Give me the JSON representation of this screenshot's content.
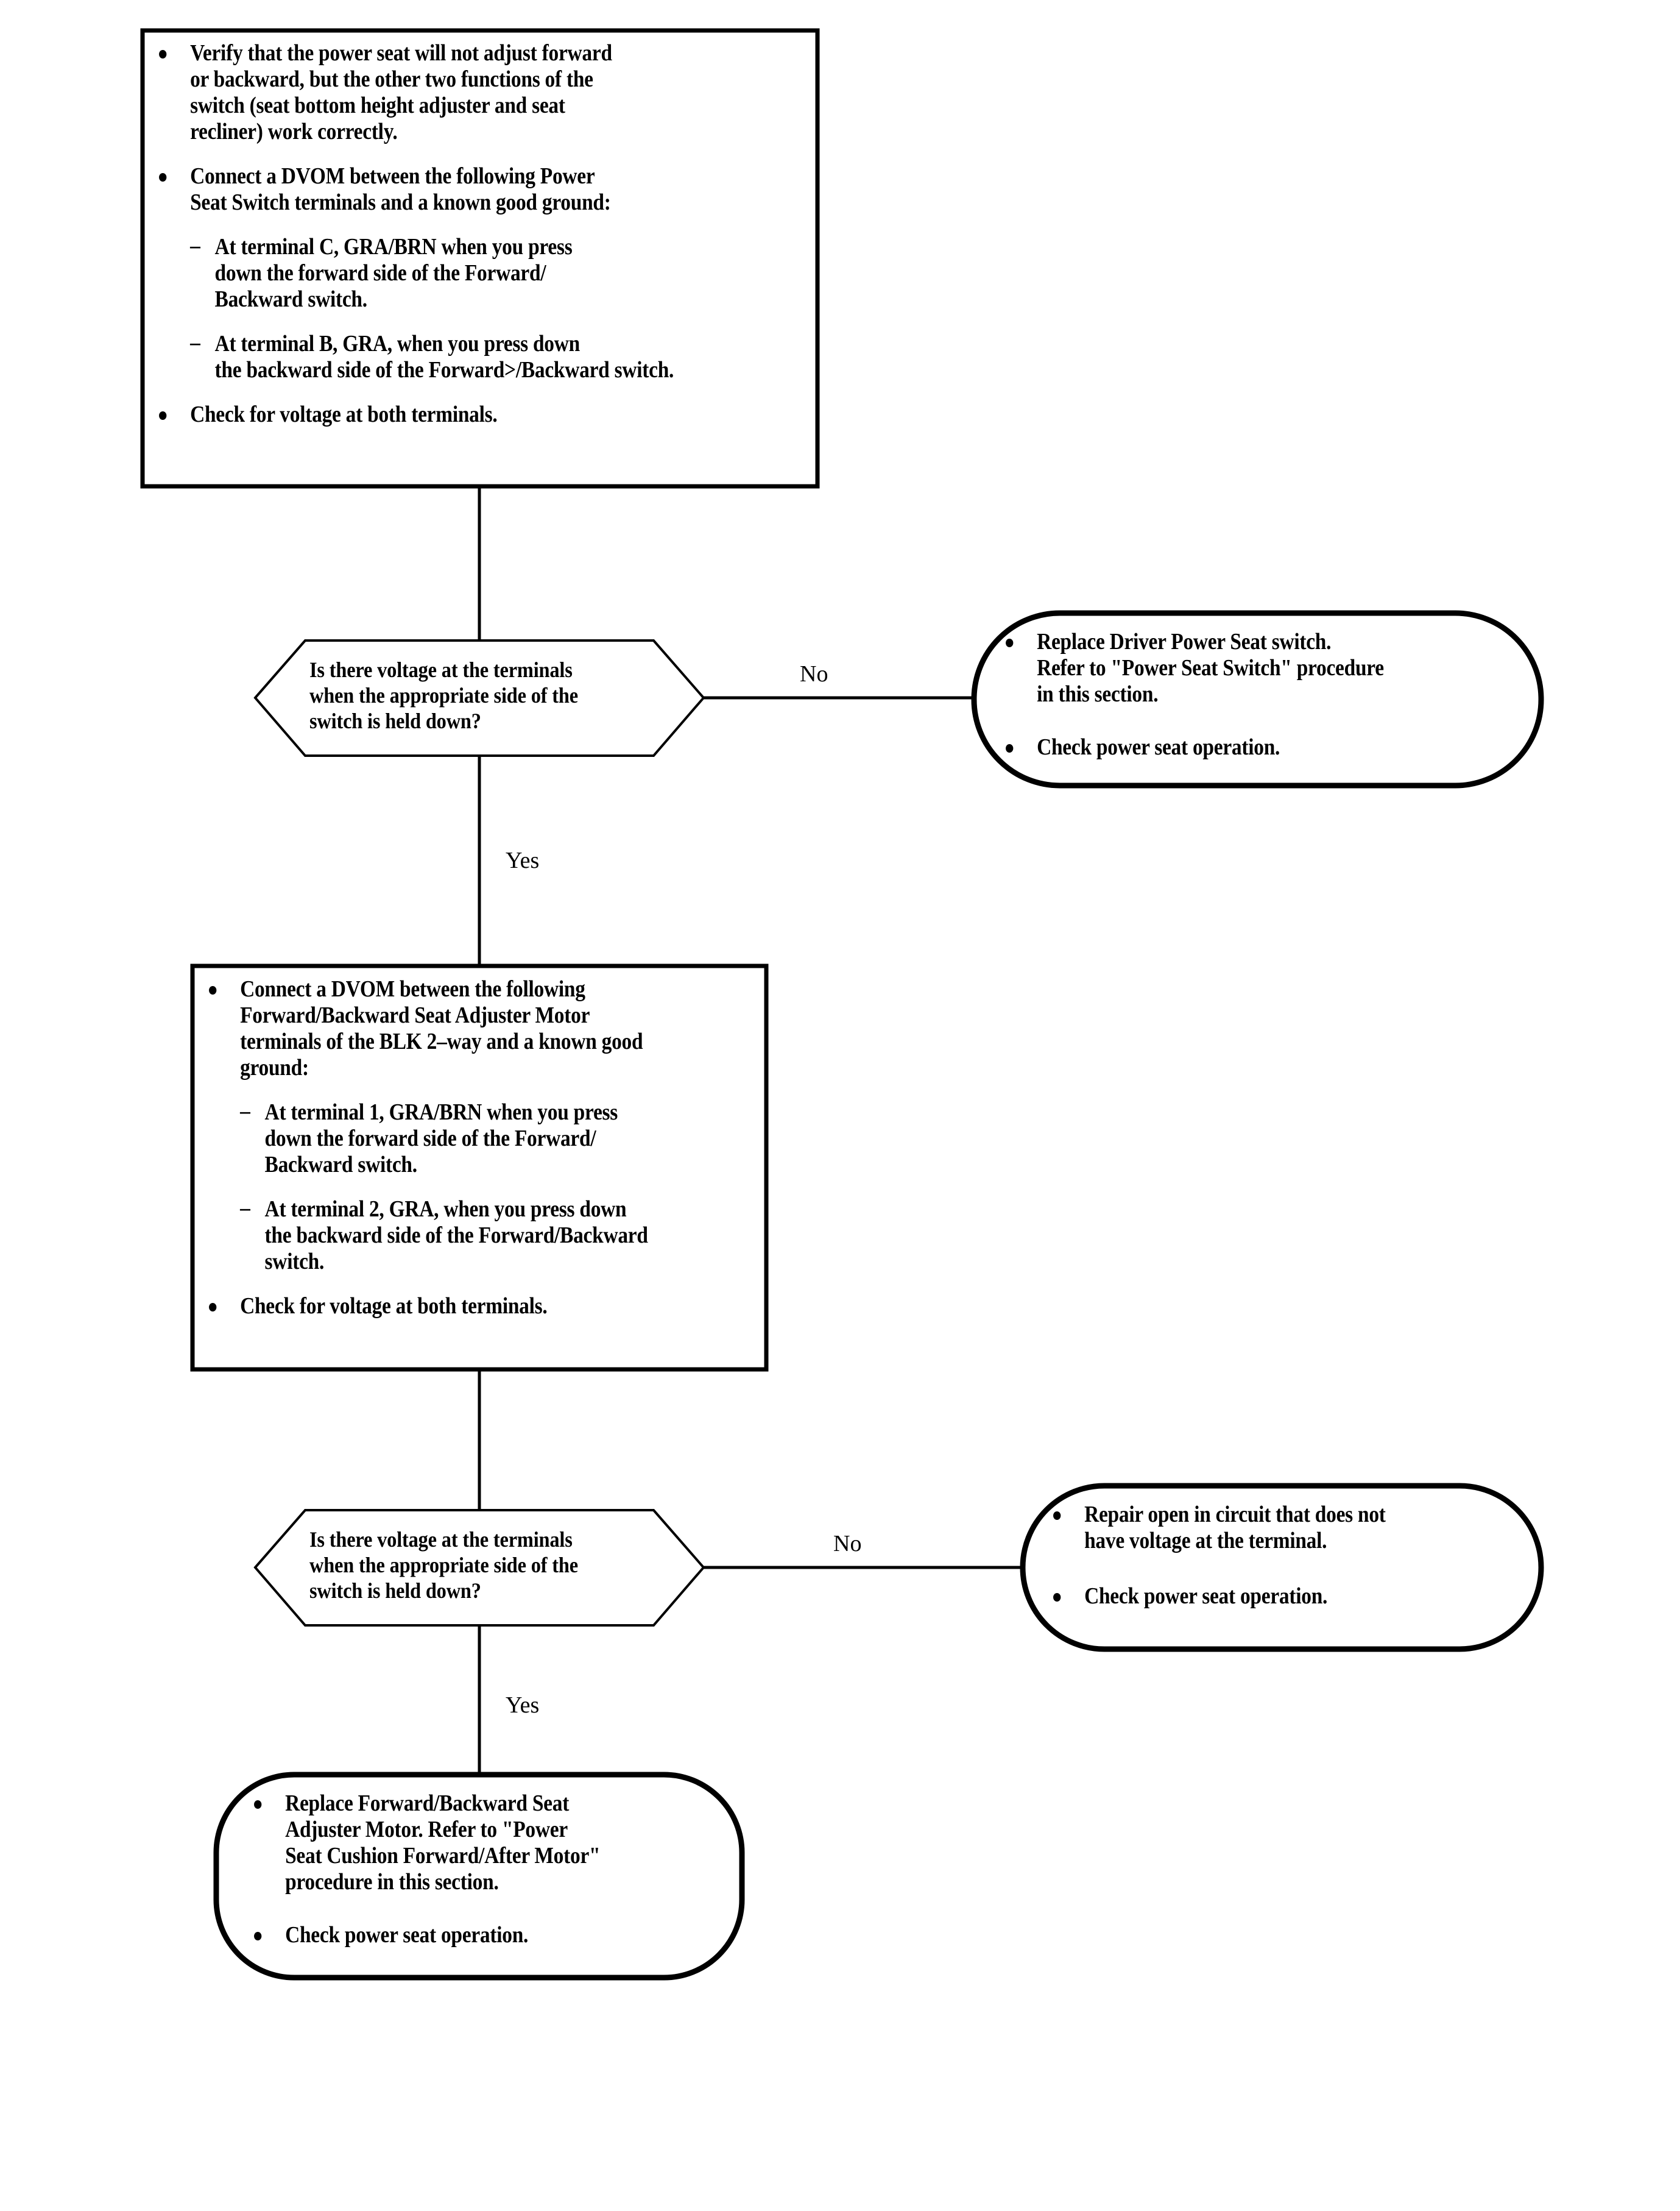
{
  "document": {
    "type": "troubleshooting-flowchart",
    "subject": "Power Seat Forward/Backward Adjuster Diagnosis",
    "page_background": "#ffffff",
    "line_color": "#000000"
  },
  "nodes": {
    "step1": {
      "shape": "rectangle",
      "items": [
        {
          "text": "Verify that the power seat will not adjust forward or backward, but the other two functions of the switch (seat bottom height adjuster and seat recliner) work correctly.",
          "lines": [
            "Verify that the power seat will not adjust forward",
            "or backward, but the other two functions of the",
            "switch (seat bottom height adjuster and seat",
            "recliner) work correctly."
          ]
        },
        {
          "text": "Connect a DVOM between the following Power Seat Switch terminals and a known good ground:",
          "lines": [
            "Connect a DVOM between the following Power",
            "Seat Switch terminals and a known good ground:"
          ],
          "sub_items": [
            {
              "text": "At terminal C, GRA/BRN when you press down the forward side of the Forward/Backward switch.",
              "lines": [
                "At terminal C, GRA/BRN when you press",
                "down the forward side of the Forward/",
                "Backward switch."
              ]
            },
            {
              "text": "At terminal B, GRA, when you press down the backward side of the Forward>/Backward switch.",
              "lines": [
                "At terminal B, GRA, when you press down",
                "the backward side of the Forward>/Backward switch."
              ]
            }
          ]
        },
        {
          "text": "Check for voltage at both terminals.",
          "lines": [
            "Check for voltage at both terminals."
          ]
        }
      ]
    },
    "decision1": {
      "shape": "hexagon",
      "lines": [
        "Is there voltage at the terminals",
        "when the appropriate side of the",
        "switch is held down?"
      ],
      "text": "Is there voltage at the terminals when the appropriate side of the switch is held down?"
    },
    "result1": {
      "shape": "rounded-terminator",
      "items": [
        {
          "text": "Replace Driver Power Seat switch. Refer to \"Power Seat Switch\" procedure in this section.",
          "lines": [
            "Replace Driver Power Seat switch.",
            "Refer to \"Power Seat Switch\" procedure",
            "in this section."
          ]
        },
        {
          "text": "Check power seat operation.",
          "lines": [
            "Check power seat operation."
          ]
        }
      ]
    },
    "step2": {
      "shape": "rectangle",
      "items": [
        {
          "text": "Connect a DVOM between the following Forward/Backward Seat Adjuster Motor terminals of the BLK 2-way and a known good ground:",
          "lines": [
            "Connect a DVOM between the following",
            "Forward/Backward Seat Adjuster Motor",
            "terminals of the BLK 2–way and a known good",
            "ground:"
          ],
          "sub_items": [
            {
              "text": "At terminal 1, GRA/BRN when you press down the forward side of the Forward/Backward switch.",
              "lines": [
                "At terminal 1, GRA/BRN when you press",
                "down the forward side of the Forward/",
                "Backward switch."
              ]
            },
            {
              "text": "At terminal 2, GRA, when you press down the backward side of the Forward/Backward switch.",
              "lines": [
                "At terminal 2, GRA, when you press down",
                "the backward side of the Forward/Backward",
                "switch."
              ]
            }
          ]
        },
        {
          "text": "Check for voltage at both terminals.",
          "lines": [
            "Check for voltage at both terminals."
          ]
        }
      ]
    },
    "decision2": {
      "shape": "hexagon",
      "lines": [
        "Is there voltage at the terminals",
        "when the appropriate side of the",
        "switch is held down?"
      ],
      "text": "Is there voltage at the terminals when the appropriate side of the switch is held down?"
    },
    "result2": {
      "shape": "rounded-terminator",
      "items": [
        {
          "text": "Repair open in circuit that does not have voltage at the terminal.",
          "lines": [
            "Repair open in circuit that does not",
            "have voltage at the terminal."
          ]
        },
        {
          "text": "Check power seat operation.",
          "lines": [
            "Check power seat operation."
          ]
        }
      ]
    },
    "result3": {
      "shape": "rounded-terminator",
      "items": [
        {
          "text": "Replace Forward/Backward Seat Adjuster Motor. Refer to \"Power Seat Cushion Forward/After Motor\" procedure in this section.",
          "lines": [
            "Replace Forward/Backward Seat",
            "Adjuster Motor. Refer to \"Power",
            "Seat Cushion Forward/After Motor\"",
            "procedure in this section."
          ]
        },
        {
          "text": "Check power seat operation.",
          "lines": [
            "Check power seat operation."
          ]
        }
      ]
    }
  },
  "edges": [
    {
      "from": "step1",
      "to": "decision1",
      "label": ""
    },
    {
      "from": "decision1",
      "to": "result1",
      "label": "No"
    },
    {
      "from": "decision1",
      "to": "step2",
      "label": "Yes"
    },
    {
      "from": "step2",
      "to": "decision2",
      "label": ""
    },
    {
      "from": "decision2",
      "to": "result2",
      "label": "No"
    },
    {
      "from": "decision2",
      "to": "result3",
      "label": "Yes"
    }
  ],
  "labels": {
    "no_1": "No",
    "yes_1": "Yes",
    "no_2": "No",
    "yes_2": "Yes"
  }
}
